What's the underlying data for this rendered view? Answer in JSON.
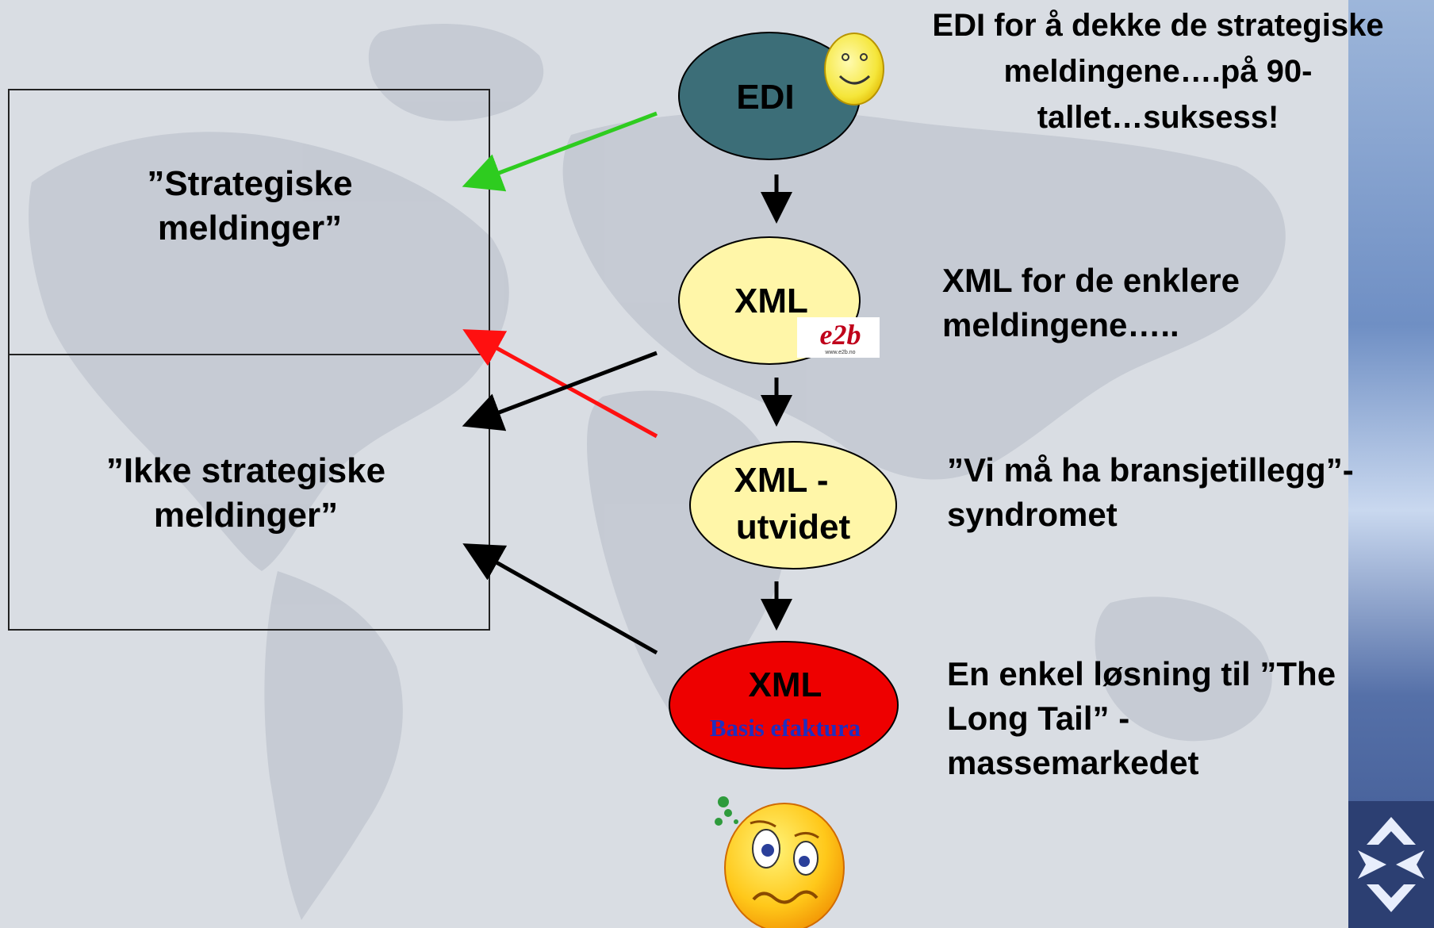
{
  "boxes": {
    "strategic": "”Strategiske meldinger”",
    "non_strategic": "”Ikke strategiske meldinger”"
  },
  "nodes": {
    "edi": "EDI",
    "xml": "XML",
    "xml_extended_line1": "XML -",
    "xml_extended_line2": "utvidet",
    "xml_basis_title": "XML",
    "xml_basis_sub": "Basis efaktura",
    "e2b_logo_text": "e2b",
    "e2b_logo_url": "www.e2b.no"
  },
  "descriptions": {
    "edi_line1": "EDI for å dekke de strategiske",
    "edi_line2": "meldingene….på 90-",
    "edi_line3": "tallet…suksess!",
    "xml_line1": "XML for de enklere",
    "xml_line2": "meldingene…..",
    "ext_line1": "”Vi må ha bransjetillegg”-",
    "ext_line2": "syndromet",
    "basis_line1": "En enkel løsning til ”The",
    "basis_line2": "Long Tail” -",
    "basis_line3": "massemarkedet"
  },
  "colors": {
    "background": "#d9dde3",
    "edi_fill": "#3c6e78",
    "xml_fill": "#fff6a8",
    "basis_fill": "#ee0000",
    "basis_sub_text": "#1f2fc0",
    "green_arrow": "#2ecc1f",
    "red_arrow": "#ff1010",
    "black_arrow": "#000000",
    "smiley_yellow": "#f8f04a"
  },
  "icons": [
    "happy-smiley-icon",
    "confused-smiley-icon",
    "corner-logo-icon",
    "world-map"
  ]
}
